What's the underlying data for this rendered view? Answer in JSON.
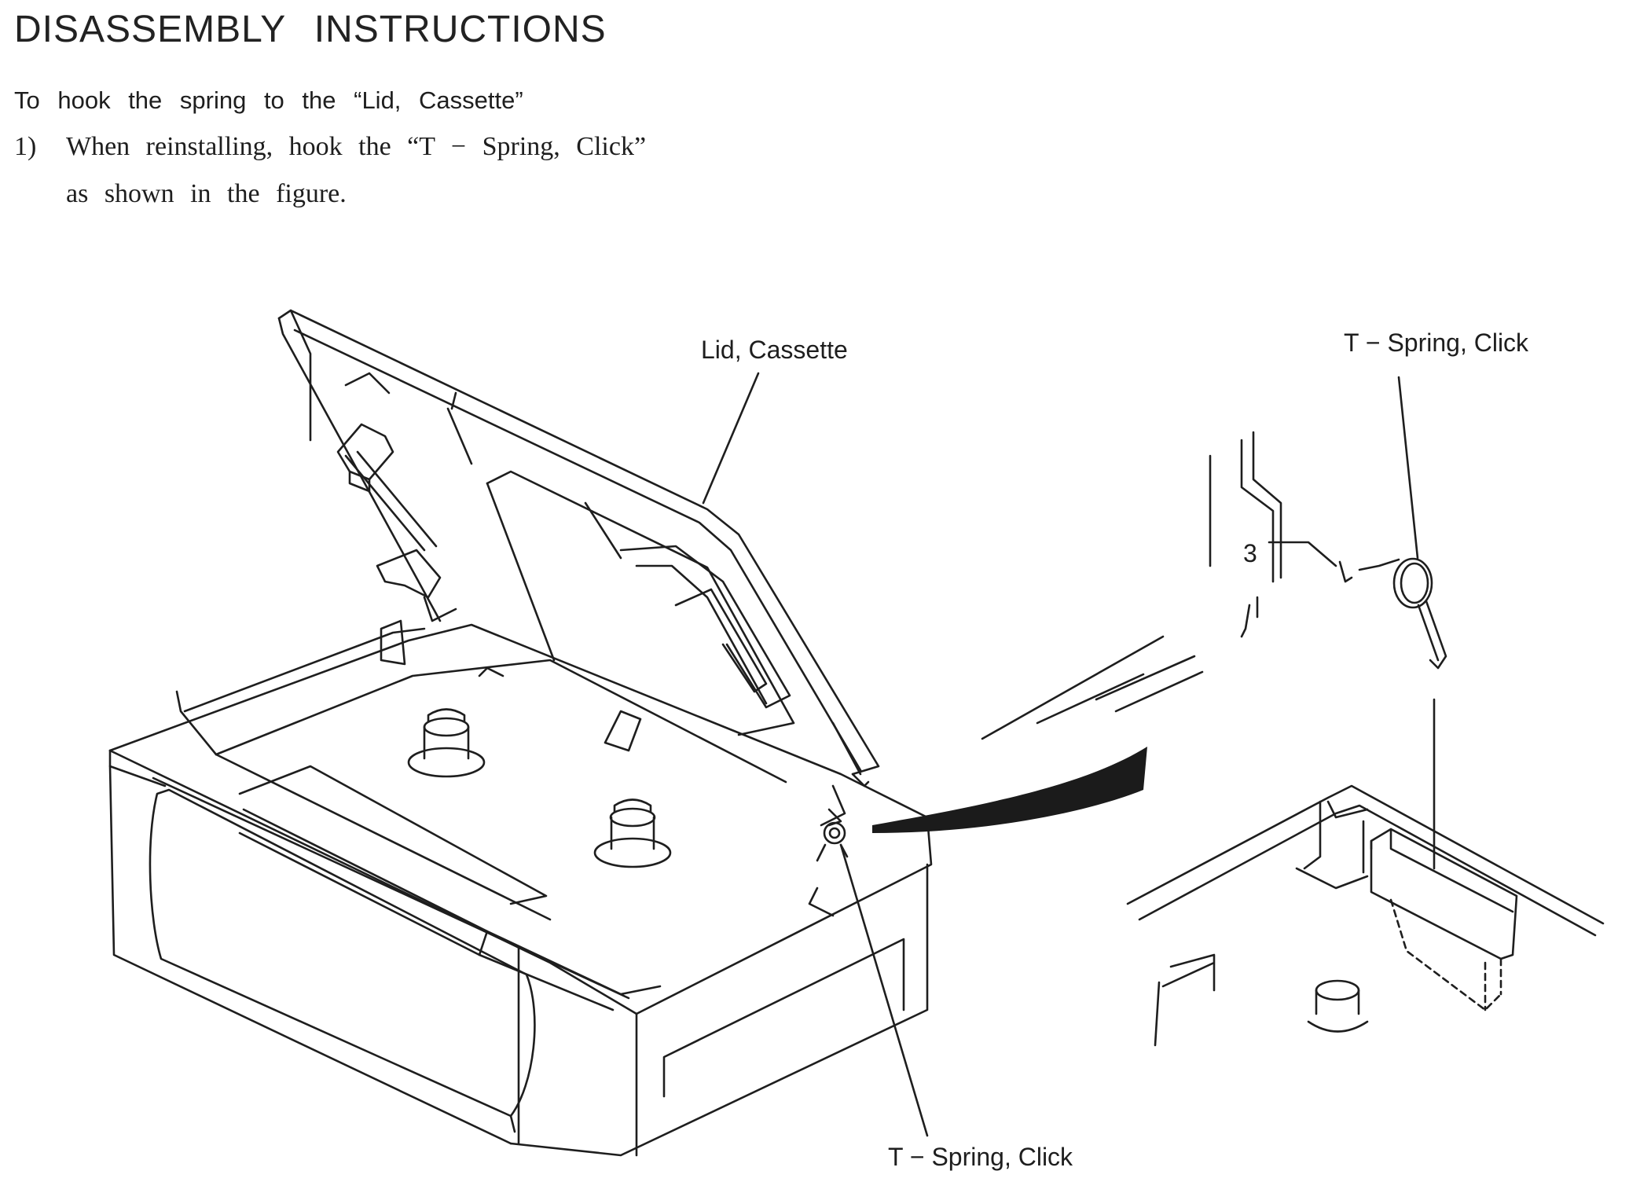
{
  "title": "DISASSEMBLY INSTRUCTIONS",
  "intro": "To hook the spring to the “Lid, Cassette”",
  "steps": [
    {
      "number": "1)",
      "text": "When reinstalling, hook the “T − Spring, Click”",
      "continuation": "as shown in the figure."
    }
  ],
  "figure": {
    "labels": {
      "lid_cassette": "Lid, Cassette",
      "spring_detail": "T − Spring, Click",
      "spring_bottom": "T − Spring, Click"
    },
    "detail_mark": "3"
  }
}
